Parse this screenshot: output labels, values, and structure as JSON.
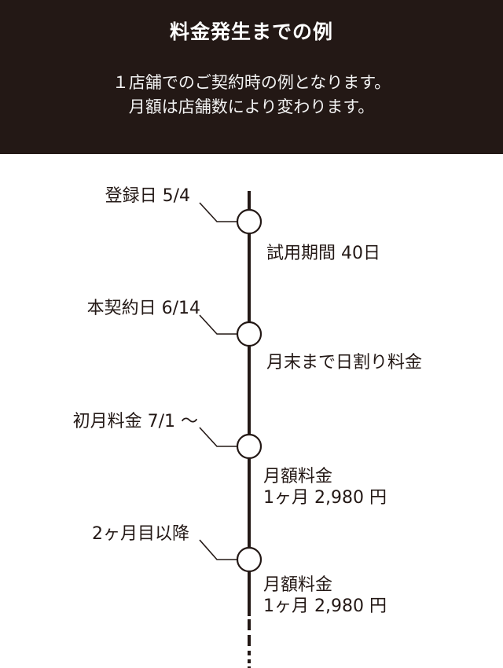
{
  "header": {
    "title": "料金発生までの例",
    "description_line1": "１店舗でのご契約時の例となります。",
    "description_line2": "月額は店舗数により変わります。",
    "background_color": "#231815",
    "text_color": "#ffffff"
  },
  "timeline": {
    "line_color": "#231815",
    "events": [
      {
        "milestone": "登録日 5/4",
        "detail_line1": "試用期間 40日",
        "detail_line2": ""
      },
      {
        "milestone": "本契約日 6/14",
        "detail_line1": "月末まで日割り料金",
        "detail_line2": ""
      },
      {
        "milestone": "初月料金  7/1 〜",
        "detail_line1": "月額料金",
        "detail_line2": "1ヶ月 2,980 円"
      },
      {
        "milestone": "2ヶ月目以降",
        "detail_line1": "月額料金",
        "detail_line2": "1ヶ月 2,980 円"
      }
    ],
    "continuation": "dashed-line"
  }
}
